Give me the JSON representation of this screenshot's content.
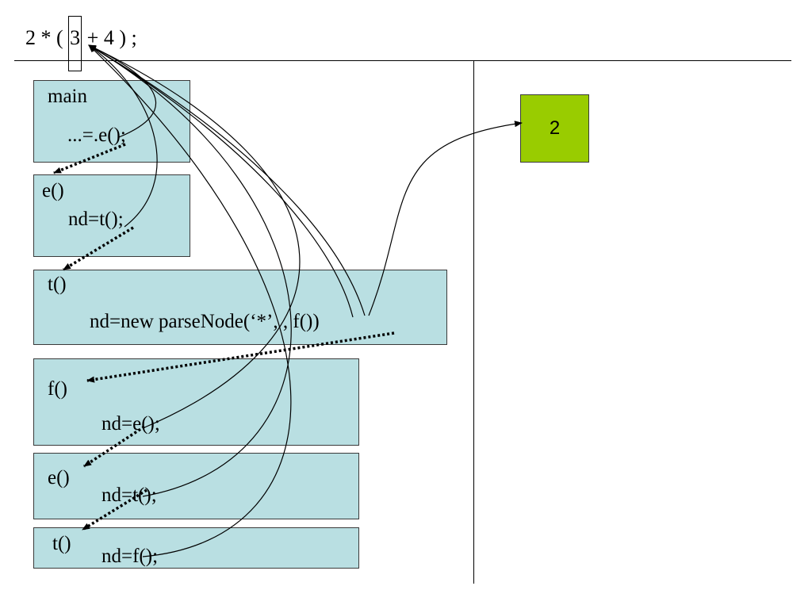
{
  "expression": {
    "before": "2 * ( ",
    "highlighted": "3",
    "after": " + 4 ) ;"
  },
  "frames": [
    {
      "name": "main",
      "label": "main",
      "code": "...=.e();"
    },
    {
      "name": "e-1",
      "label": "e()",
      "code": "nd=t();"
    },
    {
      "name": "t-1",
      "label": "t()",
      "code": "nd=new parseNode(‘*’, , f())"
    },
    {
      "name": "f-1",
      "label": "f()",
      "code": "nd=e();"
    },
    {
      "name": "e-2",
      "label": "e()",
      "code": "nd=t();"
    },
    {
      "name": "t-2",
      "label": "t()",
      "code": "nd=f();"
    }
  ],
  "parse_node": {
    "value": "2"
  },
  "colors": {
    "frame_fill": "#b9dfe2",
    "node_fill": "#99cc00"
  }
}
